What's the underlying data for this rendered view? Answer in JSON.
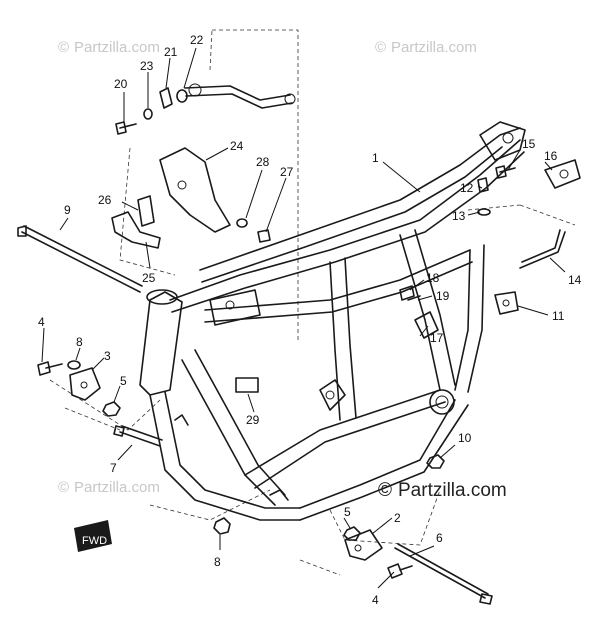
{
  "watermarks": {
    "small_text": "Partzilla.com",
    "main_text": "Partzilla.com",
    "copyright_symbol": "©"
  },
  "fwd_stamp": "FWD",
  "callouts": [
    {
      "id": "c1",
      "text": "1"
    },
    {
      "id": "c2",
      "text": "2"
    },
    {
      "id": "c3",
      "text": "3"
    },
    {
      "id": "c4a",
      "text": "4"
    },
    {
      "id": "c4b",
      "text": "4"
    },
    {
      "id": "c5a",
      "text": "5"
    },
    {
      "id": "c5b",
      "text": "5"
    },
    {
      "id": "c6",
      "text": "6"
    },
    {
      "id": "c7",
      "text": "7"
    },
    {
      "id": "c8a",
      "text": "8"
    },
    {
      "id": "c8b",
      "text": "8"
    },
    {
      "id": "c9",
      "text": "9"
    },
    {
      "id": "c10",
      "text": "10"
    },
    {
      "id": "c11",
      "text": "11"
    },
    {
      "id": "c12",
      "text": "12"
    },
    {
      "id": "c13",
      "text": "13"
    },
    {
      "id": "c14",
      "text": "14"
    },
    {
      "id": "c15",
      "text": "15"
    },
    {
      "id": "c16",
      "text": "16"
    },
    {
      "id": "c17",
      "text": "17"
    },
    {
      "id": "c18",
      "text": "18"
    },
    {
      "id": "c19",
      "text": "19"
    },
    {
      "id": "c20",
      "text": "20"
    },
    {
      "id": "c21",
      "text": "21"
    },
    {
      "id": "c22",
      "text": "22"
    },
    {
      "id": "c23",
      "text": "23"
    },
    {
      "id": "c24",
      "text": "24"
    },
    {
      "id": "c25",
      "text": "25"
    },
    {
      "id": "c26",
      "text": "26"
    },
    {
      "id": "c27",
      "text": "27"
    },
    {
      "id": "c28",
      "text": "28"
    },
    {
      "id": "c29",
      "text": "29"
    }
  ]
}
